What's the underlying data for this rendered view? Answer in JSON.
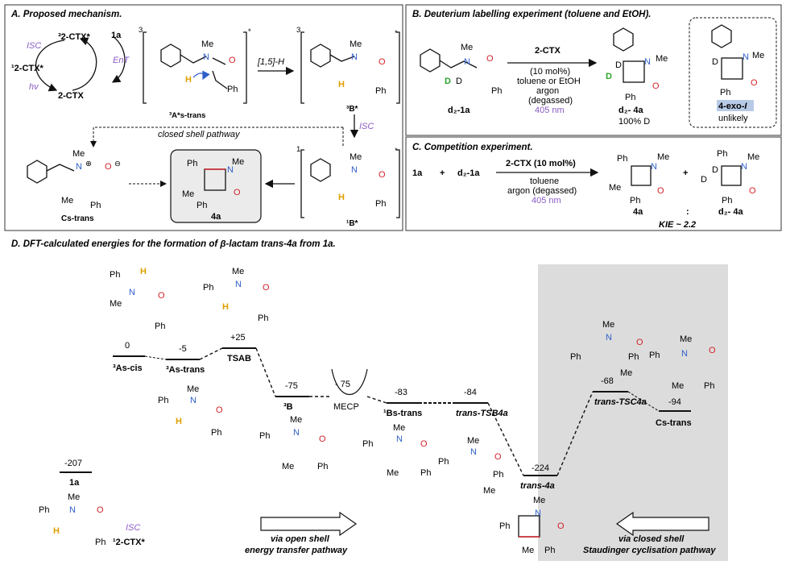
{
  "panels": {
    "a_title": "A. Proposed mechanism.",
    "b_title": "B. Deuterium labelling experiment (toluene and EtOH).",
    "c_title": "C. Competition experiment.",
    "d_title": "D. DFT-calculated energies for the formation of β-lactam trans-4a from 1a."
  },
  "panel_a": {
    "cycle_isc": "ISC",
    "cycle_3ctx": "³2-CTX*",
    "cycle_1ctx": "¹2-CTX*",
    "cycle_hv": "hv",
    "cycle_ctx": "2-CTX",
    "cycle_1a": "1a",
    "cycle_ent": "EnT",
    "shift_label": "[1,5]-H",
    "isc_down": "ISC",
    "closed_shell": "closed shell pathway",
    "label_3a": "³A*s-trans",
    "label_3b": "³B*",
    "label_1b": "¹B*",
    "label_c": "Cs-trans",
    "label_4a": "4a",
    "atoms": {
      "me": "Me",
      "n": "N",
      "o": "O",
      "ph": "Ph",
      "h": "H",
      "star": "*",
      "cycle_sup3": "3",
      "cycle_sup1": "1"
    }
  },
  "panel_b": {
    "reagent": "2-CTX",
    "loading": "(10 mol%)",
    "solvent": "toluene or EtOH",
    "atmosphere": "argon",
    "degassed": "(degassed)",
    "wavelength": "405 nm",
    "sm_label": "d₂-1a",
    "product_label": "d₂- 4a",
    "product_d": "100% D",
    "exo_label": "4-exo-",
    "exo_italic": "I",
    "unlikely": "unlikely",
    "d": "D"
  },
  "panel_c": {
    "sm1": "1a",
    "plus": "+",
    "sm2": "d₂-1a",
    "reagent": "2-CTX (10 mol%)",
    "solvent": "toluene",
    "atmosphere": "argon (degassed)",
    "wavelength": "405 nm",
    "p1": "4a",
    "colon": ":",
    "p2": "d₂- 4a",
    "kie": "KIE ~ 2.2"
  },
  "panel_d": {
    "levels": [
      {
        "value": "0",
        "label": "³As-cis"
      },
      {
        "value": "-5",
        "label": "³As-trans"
      },
      {
        "value": "+25",
        "label": "TSAB"
      },
      {
        "value": "-75",
        "label": "³B"
      },
      {
        "value": "- 75",
        "label": "MECP"
      },
      {
        "value": "-83",
        "label": "¹Bs-trans"
      },
      {
        "value": "-84",
        "label": "trans-TSB4a"
      },
      {
        "value": "-224",
        "label": "trans-4a"
      },
      {
        "value": "-68",
        "label": "trans-TSC4a"
      },
      {
        "value": "-94",
        "label": "Cs-trans"
      },
      {
        "value": "-207",
        "label": "1a"
      }
    ],
    "isc": "ISC",
    "ctx": "¹2-CTX*",
    "open_shell_1": "via open shell",
    "open_shell_2": "energy transfer pathway",
    "closed_shell_1": "via closed shell",
    "closed_shell_2": "Staudinger cyclisation pathway"
  },
  "colors": {
    "purple": "#8a5cc6",
    "orange": "#e0a000",
    "green": "#2aa52a",
    "blue": "#2e5fc9",
    "red": "#d2222a",
    "gray_panel": "#dcdcdc"
  }
}
